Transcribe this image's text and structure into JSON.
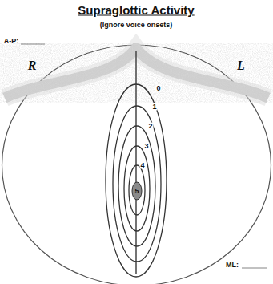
{
  "diagram": {
    "title": "Supraglottic Activity",
    "labels": [
      "(Ignore voice onsets)",
      "A-P:",
      "R",
      "L",
      "0",
      "1",
      "2",
      "3",
      "4",
      "5",
      "ML:"
    ]
  }
}
